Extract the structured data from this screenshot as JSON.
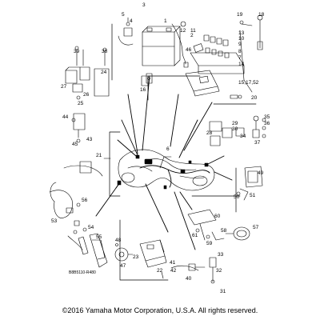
{
  "diagram": {
    "callouts": [
      "1",
      "2",
      "3",
      "4",
      "5",
      "6",
      "7",
      "8",
      "9",
      "10",
      "11",
      "12",
      "13",
      "14",
      "15,17,52",
      "16",
      "18",
      "19",
      "20",
      "21",
      "22",
      "23",
      "24",
      "25",
      "26",
      "27",
      "28",
      "29",
      "30",
      "31",
      "32",
      "33",
      "34",
      "35",
      "36",
      "37",
      "38",
      "39",
      "40",
      "41",
      "42",
      "43",
      "44",
      "45",
      "46",
      "47",
      "48",
      "49",
      "50",
      "51",
      "53",
      "54",
      "55",
      "56",
      "57",
      "58",
      "59",
      "60",
      "61"
    ],
    "diagram_code": "B8B5110-R480",
    "copyright": "©2016 Yamaha Motor Corporation, U.S.A. All rights reserved."
  }
}
